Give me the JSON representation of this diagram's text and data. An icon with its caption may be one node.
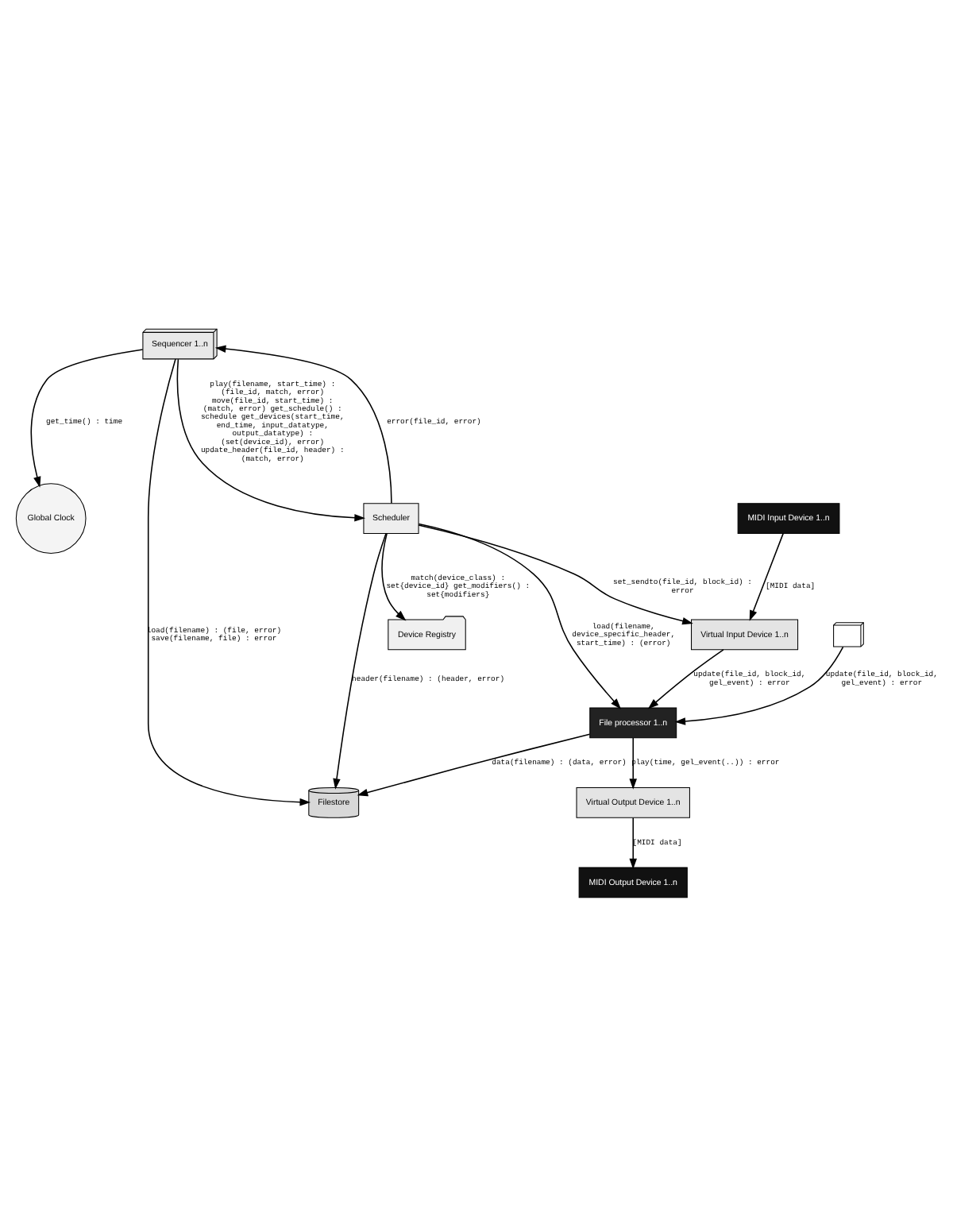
{
  "diagram": {
    "nodes": [
      {
        "text": [
          "Sequencer 1..n"
        ]
      },
      {
        "text": [
          "Global Clock"
        ]
      },
      {
        "text": [
          "Filestore"
        ]
      },
      {
        "text": [
          "Scheduler"
        ]
      },
      {
        "text": [
          "Device Registry"
        ]
      },
      {
        "text": [
          "File processor 1..n"
        ]
      },
      {
        "text": [
          "Virtual Input Device 1..n"
        ]
      },
      {
        "text": [],
        "shape": "picture"
      },
      {
        "text": [
          "Virtual Output Device 1..n"
        ]
      },
      {
        "text": [
          "MIDI Input Device 1..n"
        ]
      },
      {
        "text": [
          "MIDI Output Device 1..n"
        ]
      }
    ],
    "edges": [
      {
        "from": 0,
        "to": 1,
        "arrow": "to",
        "label": "get_time() : time"
      },
      {
        "from": 0,
        "to": 2,
        "arrow": "to",
        "label": "load(filename) : (file, error) save(filename, file) : error"
      },
      {
        "from": 3,
        "to": 0,
        "arrow": "to",
        "label": "error(file_id, error)"
      },
      {
        "from": 0,
        "to": 3,
        "arrow": "to",
        "label": "play(filename, start_time) : (file_id, match, error) move(file_id, start_time) : (match, error) get_schedule() : schedule get_devices(start_time, end_time, input_datatype, output_datatype) : (set(device_id), error) update_header(file_id, header) : (match, error)"
      },
      {
        "from": 3,
        "to": 2,
        "arrow": "to",
        "label": "header(filename) : (header, error)"
      },
      {
        "from": 3,
        "to": 4,
        "arrow": "to",
        "label": "match(device_class) : set{device_id} get_modifiers() : set{modifiers}"
      },
      {
        "from": 5,
        "to": 2,
        "arrow": "to",
        "label": "data(filename) : (data, error)"
      },
      {
        "from": 3,
        "to": 5,
        "arrow": "to",
        "label": "load(filename, device_specific_header, start_time) : (error)"
      },
      {
        "from": 3,
        "to": 6,
        "arrow": "to",
        "label": "set_sendto(file_id, block_id) : error"
      },
      {
        "from": 6,
        "to": 5,
        "arrow": "to",
        "label": "update(file_id, block_id, gel_event) : error"
      },
      {
        "from": 7,
        "to": 5,
        "arrow": "to",
        "label": "update(file_id, block_id, gel_event) : error"
      },
      {
        "from": 5,
        "to": 8,
        "arrow": "to",
        "label": "play(time, gel_event(..)) : error"
      },
      {
        "from": 9,
        "to": 6,
        "arrow": "to",
        "label": "[MIDI data]"
      },
      {
        "from": 8,
        "to": 10,
        "arrow": "to",
        "label": "[MIDI data]"
      }
    ]
  }
}
